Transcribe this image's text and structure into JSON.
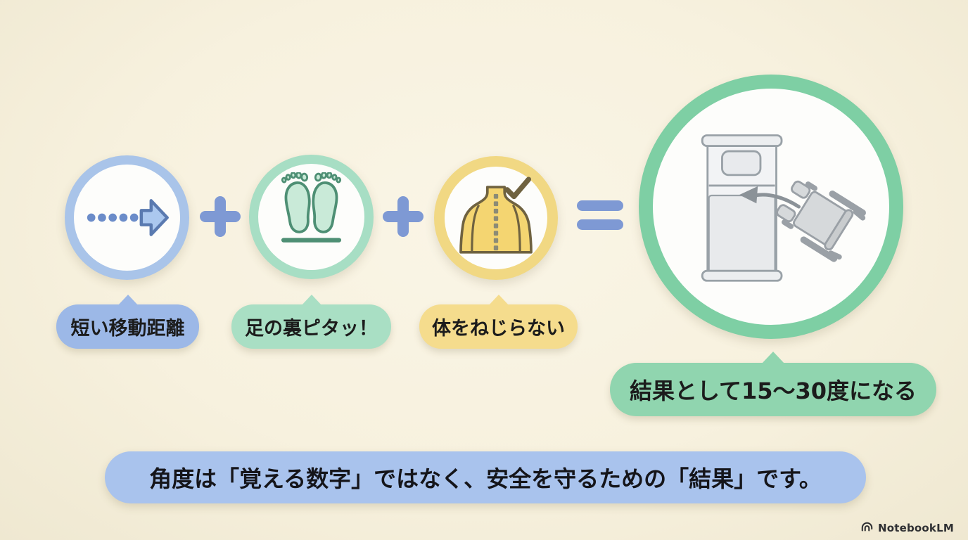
{
  "background_color": "#f7f1de",
  "equation": {
    "steps": [
      {
        "label": "短い移動距離",
        "icon": "dotted-arrow-icon",
        "ring_color": "#a9c4e9",
        "bubble_color": "#9cb8e7"
      },
      {
        "label": "足の裏ピタッ！",
        "icon": "footprints-icon",
        "ring_color": "#a7dec4",
        "bubble_color": "#a9dfc4"
      },
      {
        "label": "体をねじらない",
        "icon": "spine-check-icon",
        "ring_color": "#f1d883",
        "bubble_color": "#f5dc8d"
      }
    ],
    "operators": {
      "plus": "+",
      "equals": "=",
      "color": "#7e99d4"
    },
    "result": {
      "label": "結果として15〜30度になる",
      "icon": "bed-wheelchair-transfer-icon",
      "ring_color": "#7ecfa4",
      "bubble_color": "#90d5af"
    }
  },
  "banner": {
    "text": "角度は「覚える数字」ではなく、安全を守るための「結果」です。",
    "color": "#a9c3ed"
  },
  "footer": {
    "brand": "NotebookLM"
  }
}
